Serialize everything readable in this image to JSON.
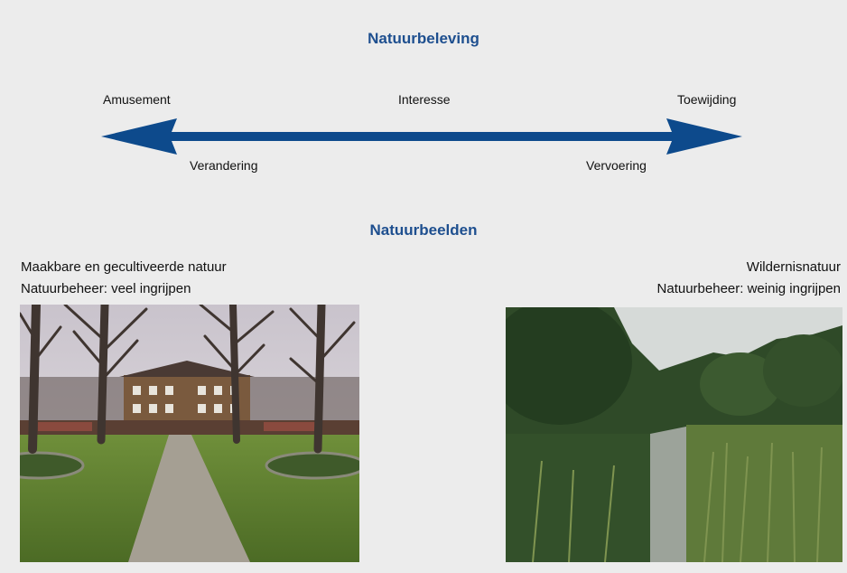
{
  "experience": {
    "title": "Natuurbeleving",
    "top_left": "Amusement",
    "top_center": "Interesse",
    "top_right": "Toewijding",
    "bottom_left": "Verandering",
    "bottom_right": "Vervoering",
    "arrow_color": "#0d4a8c"
  },
  "images_section": {
    "title": "Natuurbeelden",
    "left_caption_line1": "Maakbare en gecultiveerde natuur",
    "left_caption_line2": "Natuurbeheer: veel ingrijpen",
    "right_caption_line1": "Wildernisnatuur",
    "right_caption_line2": "Natuurbeheer: weinig ingrijpen"
  },
  "colors": {
    "title": "#1e4f8f",
    "panel": "#ececec"
  }
}
